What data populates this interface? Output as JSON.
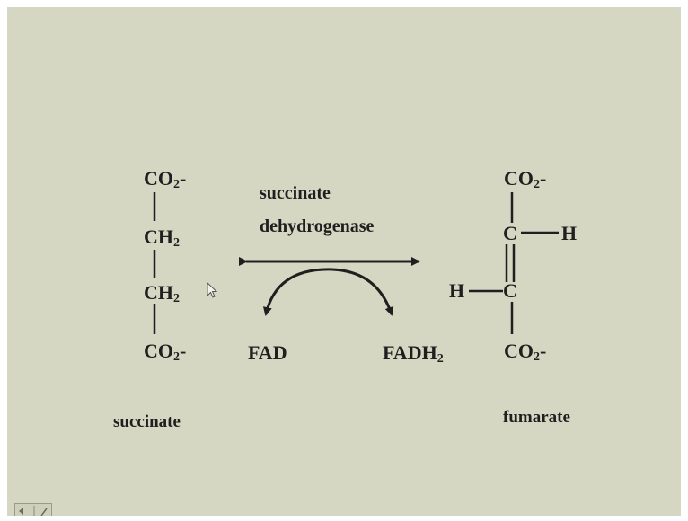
{
  "reaction": {
    "enzyme_line1": "succinate",
    "enzyme_line2": "dehydrogenase",
    "cofactor_in": "FAD",
    "cofactor_out_base": "FADH",
    "cofactor_out_sub": "2"
  },
  "succinate": {
    "name": "succinate",
    "group1": "CO",
    "group1_sub": "2",
    "group1_charge": "-",
    "group2": "CH",
    "group2_sub": "2",
    "group3": "CH",
    "group3_sub": "2",
    "group4": "CO",
    "group4_sub": "2",
    "group4_charge": "-"
  },
  "fumarate": {
    "name": "fumarate",
    "top": "CO",
    "top_sub": "2",
    "top_charge": "-",
    "carbon1": "C",
    "h1": "H",
    "carbon2": "C",
    "h2": "H",
    "bottom": "CO",
    "bottom_sub": "2",
    "bottom_charge": "-"
  },
  "colors": {
    "background": "#d6d7c3",
    "ink": "#1f1f1f"
  }
}
